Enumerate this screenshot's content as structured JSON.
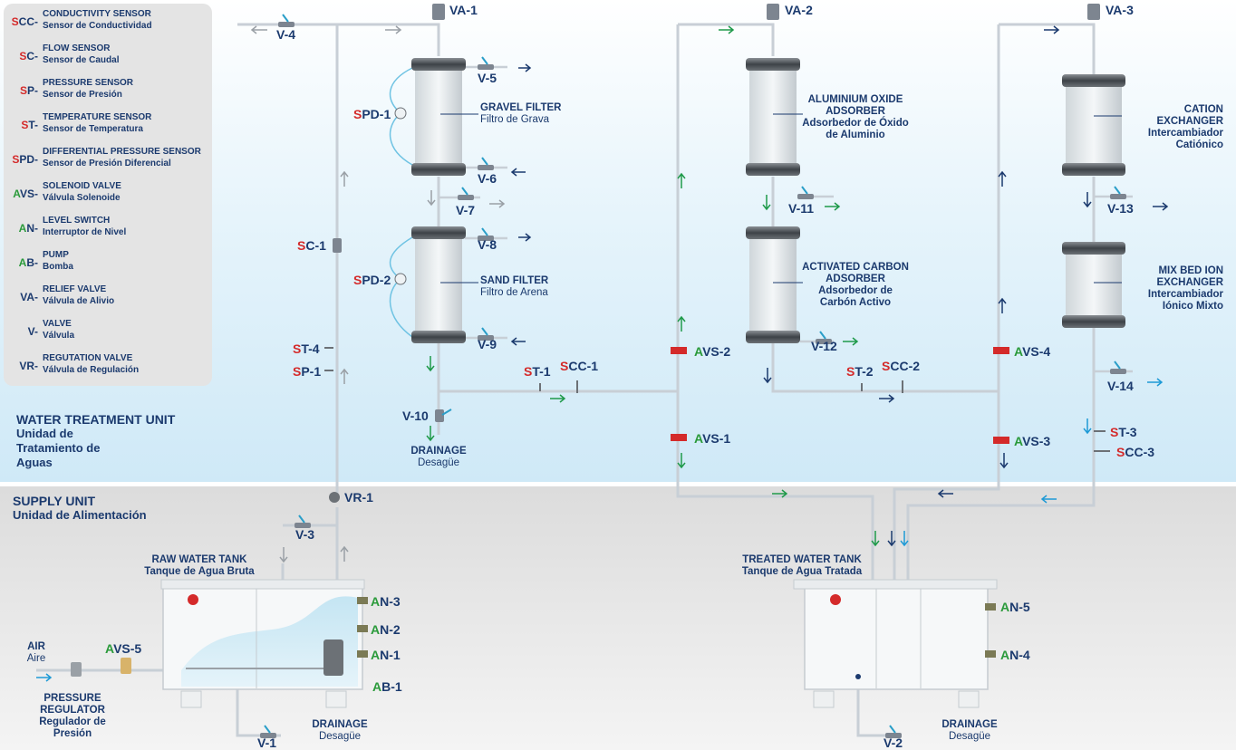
{
  "legend": [
    {
      "code_first": "S",
      "code_rest": "CC-",
      "en": "CONDUCTIVITY SENSOR",
      "es": "Sensor de Conductividad",
      "color": "red"
    },
    {
      "code_first": "S",
      "code_rest": "C-",
      "en": "FLOW SENSOR",
      "es": "Sensor de Caudal",
      "color": "red"
    },
    {
      "code_first": "S",
      "code_rest": "P-",
      "en": "PRESSURE SENSOR",
      "es": "Sensor de Presión",
      "color": "red"
    },
    {
      "code_first": "S",
      "code_rest": "T-",
      "en": "TEMPERATURE SENSOR",
      "es": "Sensor de Temperatura",
      "color": "red"
    },
    {
      "code_first": "S",
      "code_rest": "PD-",
      "en": "DIFFERENTIAL PRESSURE SENSOR",
      "es": "Sensor de Presión Diferencial",
      "color": "red"
    },
    {
      "code_first": "A",
      "code_rest": "VS-",
      "en": "SOLENOID VALVE",
      "es": "Válvula Solenoide",
      "color": "green"
    },
    {
      "code_first": "A",
      "code_rest": "N-",
      "en": "LEVEL SWITCH",
      "es": "Interruptor de Nivel",
      "color": "green"
    },
    {
      "code_first": "A",
      "code_rest": "B-",
      "en": "PUMP",
      "es": "Bomba",
      "color": "green"
    },
    {
      "code_first": "",
      "code_rest": "VA-",
      "en": "RELIEF VALVE",
      "es": "Válvula de Alivio",
      "color": "none"
    },
    {
      "code_first": "",
      "code_rest": "V-",
      "en": "VALVE",
      "es": "Válvula",
      "color": "none"
    },
    {
      "code_first": "",
      "code_rest": "VR-",
      "en": "REGUTATION VALVE",
      "es": "Válvula de Regulación",
      "color": "none"
    }
  ],
  "sections": {
    "wtu_en": "WATER TREATMENT UNIT",
    "wtu_es": "Unidad de Tratamiento de Aguas",
    "su_en": "SUPPLY UNIT",
    "su_es": "Unidad de Alimentación"
  },
  "equipment": {
    "gravel_en": "GRAVEL FILTER",
    "gravel_es": "Filtro de Grava",
    "sand_en": "SAND FILTER",
    "sand_es": "Filtro de Arena",
    "alox_en": "ALUMINIUM OXIDE ADSORBER",
    "alox_es": "Adsorbedor de Óxido de Aluminio",
    "carbon_en": "ACTIVATED CARBON ADSORBER",
    "carbon_es": "Adsorbedor de Carbón Activo",
    "cation_en": "CATION EXCHANGER",
    "cation_es": "Intercambiador Catiónico",
    "mixbed_en": "MIX BED ION EXCHANGER",
    "mixbed_es": "Intercambiador Iónico Mixto",
    "raw_en": "RAW WATER TANK",
    "raw_es": "Tanque de Agua Bruta",
    "treated_en": "TREATED WATER TANK",
    "treated_es": "Tanque de Agua Tratada",
    "drain_en": "DRAINAGE",
    "drain_es": "Desagüe",
    "air_en": "AIR",
    "air_es": "Aire",
    "preg_en": "PRESSURE REGULATOR",
    "preg_es": "Regulador de Presión"
  },
  "tags": {
    "va1": "VA-1",
    "va2": "VA-2",
    "va3": "VA-3",
    "v1": "V-1",
    "v2": "V-2",
    "v3": "V-3",
    "v4": "V-4",
    "v5": "V-5",
    "v6": "V-6",
    "v7": "V-7",
    "v8": "V-8",
    "v9": "V-9",
    "v10": "V-10",
    "v11": "V-11",
    "v12": "V-12",
    "v13": "V-13",
    "v14": "V-14",
    "spd1": "PD-1",
    "spd2": "PD-2",
    "sc1": "C-1",
    "st4": "T-4",
    "sp1": "P-1",
    "st1": "T-1",
    "scc1": "CC-1",
    "st2": "T-2",
    "scc2": "CC-2",
    "st3": "T-3",
    "scc3": "CC-3",
    "avs1": "VS-1",
    "avs2": "VS-2",
    "avs3": "VS-3",
    "avs4": "VS-4",
    "avs5": "VS-5",
    "an1": "N-1",
    "an2": "N-2",
    "an3": "N-3",
    "an4": "N-4",
    "an5": "N-5",
    "ab1": "B-1",
    "vr1": "VR-1",
    "prefix_s": "S",
    "prefix_a": "A"
  },
  "colors": {
    "navy": "#1b3a6e",
    "red": "#d42a2a",
    "green": "#2a9a3a",
    "pipe": "#c8cfd6",
    "arrow_green": "#1f9a4a",
    "arrow_blue": "#1e9ad6",
    "arrow_navy": "#1b3a6e",
    "arrow_gray": "#9aa0a6"
  }
}
